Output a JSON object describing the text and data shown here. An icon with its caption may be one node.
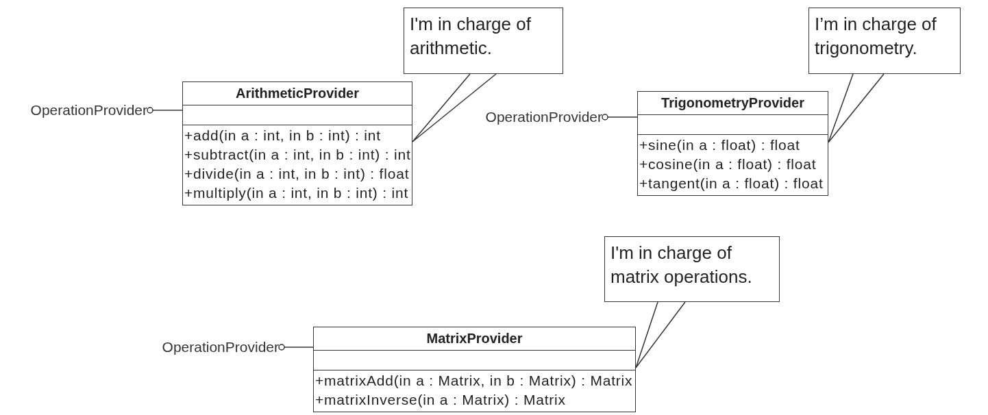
{
  "diagram": {
    "nodes": [
      {
        "text": [
          "OperationProvider"
        ]
      },
      {
        "text": [
          "ArithmeticProvider",
          "+add(in a : int, in b : int) : int",
          "+subtract(in a : int, in b : int) : int",
          "+divide(in a : int, in b : int) : float",
          "+multiply(in a : int, in b : int) : int"
        ]
      },
      {
        "text": [
          "I'm in charge of arithmetic."
        ]
      },
      {
        "text": [
          "OperationProvider"
        ]
      },
      {
        "text": [
          "TrigonometryProvider",
          "+sine(in a : float) : float",
          "+cosine(in a : float) : float",
          "+tangent(in a : float) : float"
        ]
      },
      {
        "text": [
          "I’m in charge of trigonometry."
        ]
      },
      {
        "text": [
          "I'm in charge of matrix operations."
        ]
      },
      {
        "text": [
          "OperationProvider"
        ]
      },
      {
        "text": [
          "MatrixProvider",
          "+matrixAdd(in a : Matrix, in b : Matrix) : Matrix",
          "+matrixInverse(in a : Matrix) : Matrix"
        ]
      }
    ],
    "edges": [
      {
        "from": 1,
        "to": 0,
        "arrow": "other"
      },
      {
        "from": 2,
        "to": 1,
        "arrow": "none"
      },
      {
        "from": 4,
        "to": 3,
        "arrow": "other"
      },
      {
        "from": 5,
        "to": 4,
        "arrow": "none"
      },
      {
        "from": 8,
        "to": 7,
        "arrow": "other"
      },
      {
        "from": 6,
        "to": 8,
        "arrow": "none"
      }
    ]
  }
}
